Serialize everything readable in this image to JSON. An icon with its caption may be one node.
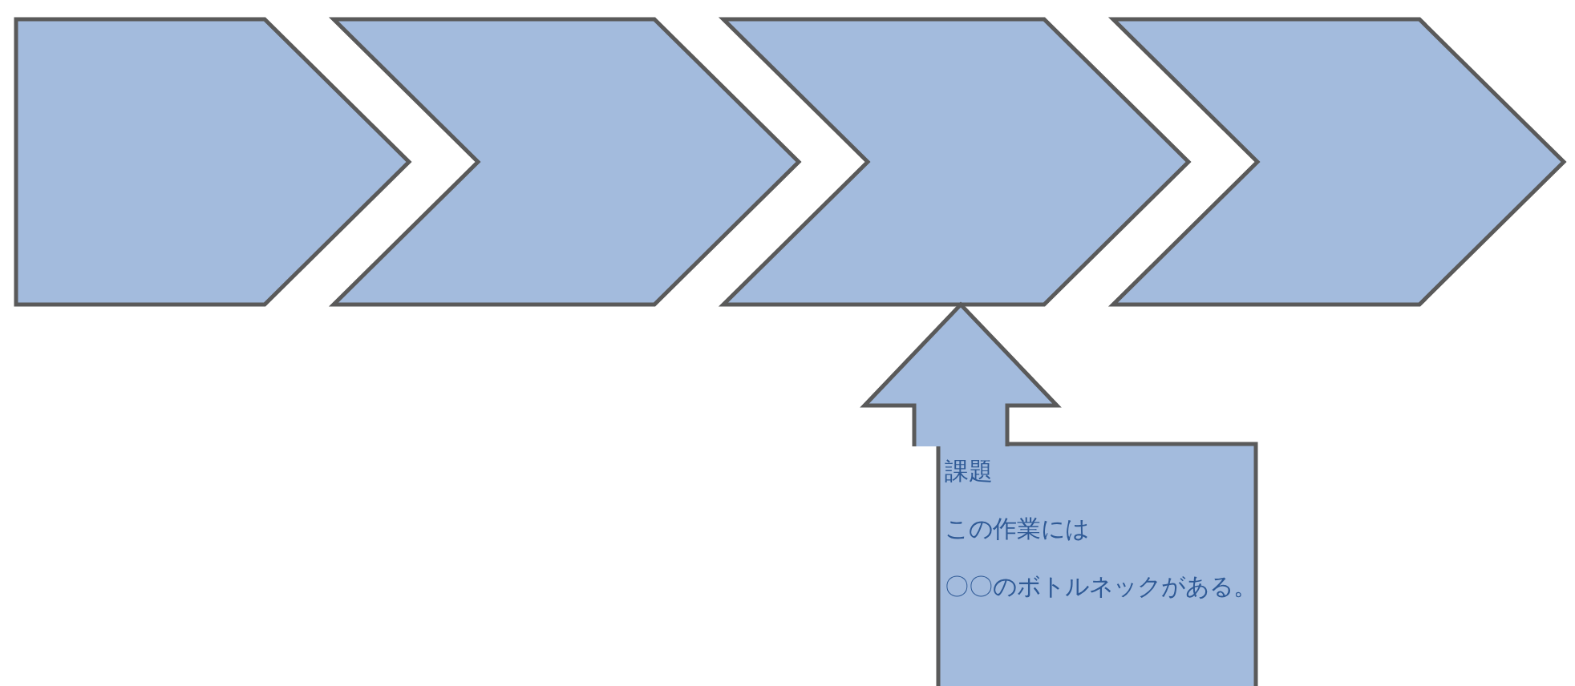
{
  "diagram": {
    "nodes": [
      {
        "text": [],
        "shape": "chevron"
      },
      {
        "text": [],
        "shape": "chevron"
      },
      {
        "text": [],
        "shape": "chevron"
      },
      {
        "text": [],
        "shape": "chevron"
      },
      {
        "text": [
          "課題",
          "この作業には",
          "〇〇のボトルネックがある。"
        ]
      }
    ],
    "edges": [
      {
        "from": 4,
        "to": 2,
        "arrow": "to"
      }
    ]
  }
}
